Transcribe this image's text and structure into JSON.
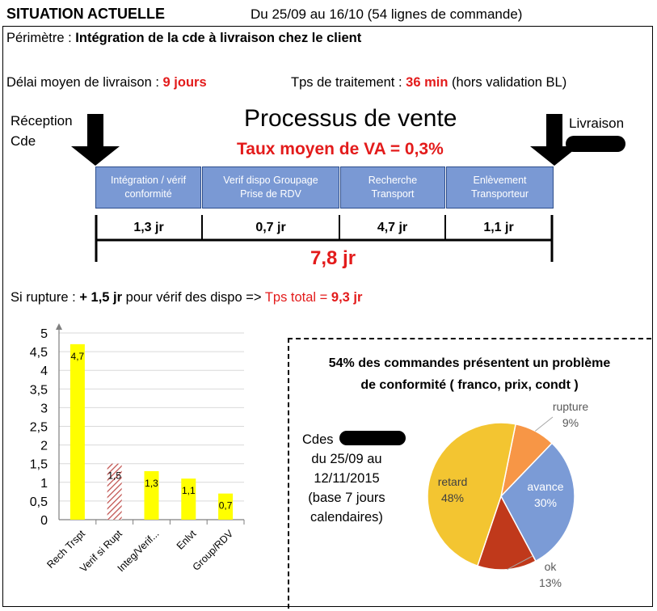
{
  "header": {
    "title": "SITUATION ACTUELLE",
    "period": "Du 25/09 au 16/10 (54 lignes de commande)"
  },
  "perimetre": {
    "label": "Périmètre :",
    "value": "Intégration de la cde à livraison chez le client"
  },
  "delai": {
    "label": "Délai moyen de livraison :",
    "value": "9 jours"
  },
  "traitement": {
    "label": "Tps de traitement :",
    "value": "36 min",
    "note": "(hors validation BL)"
  },
  "reception": {
    "line1": "Réception",
    "line2": "Cde"
  },
  "livraison": {
    "label": "Livraison"
  },
  "process": {
    "title": "Processus de vente",
    "va": "Taux moyen de VA = 0,3%",
    "steps": [
      {
        "label": "Intégration / vérif conformité"
      },
      {
        "label": "Verif dispo Groupage Prise de RDV"
      },
      {
        "label": "Recherche Transport"
      },
      {
        "label": "Enlèvement Transporteur"
      }
    ],
    "durations": [
      "1,3 jr",
      "0,7 jr",
      "4,7 jr",
      "1,1 jr"
    ],
    "total": "7,8 jr"
  },
  "rupture": {
    "prefix": "Si rupture :",
    "bold": "+ 1,5 jr",
    "middle": "pour vérif des dispo =>",
    "total_label": "Tps total =",
    "total_value": "9,3 jr"
  },
  "pie_section": {
    "title_line1": "54% des commandes présentent un problème",
    "title_line2": "de conformité  ( franco, prix,  condt )",
    "caption": [
      "Cdes",
      "du 25/09 au",
      "12/11/2015",
      "(base 7 jours",
      "calendaires)"
    ]
  },
  "colors": {
    "step_fill": "#7a99d4",
    "bar_yellow": "#ffff00",
    "bar_hatch": "#c0504d",
    "red_text": "#e31b1b",
    "pie_rupture": "#f79646",
    "pie_avance": "#7b9bd6",
    "pie_ok": "#c0391b",
    "pie_retard": "#f3c531"
  },
  "chart_data": [
    {
      "type": "bar",
      "categories": [
        "Rech Trspt",
        "Verif si Rupt",
        "Integ/Verif...",
        "Enlvt",
        "Group/RDV"
      ],
      "values": [
        4.7,
        1.5,
        1.3,
        1.1,
        0.7
      ],
      "value_labels": [
        "4,7",
        "1,5",
        "1,3",
        "1,1",
        "0,7"
      ],
      "hatched": [
        false,
        true,
        false,
        false,
        false
      ],
      "yticks": [
        "0",
        "0,5",
        "1",
        "1,5",
        "2",
        "2,5",
        "3",
        "3,5",
        "4",
        "4,5",
        "5"
      ],
      "ylim": [
        0,
        5
      ],
      "grid": true
    },
    {
      "type": "pie",
      "slices": [
        {
          "label": "rupture",
          "pct_label": "9%",
          "value": 9
        },
        {
          "label": "avance",
          "pct_label": "30%",
          "value": 30
        },
        {
          "label": "ok",
          "pct_label": "13%",
          "value": 13
        },
        {
          "label": "retard",
          "pct_label": "48%",
          "value": 48
        }
      ]
    }
  ]
}
